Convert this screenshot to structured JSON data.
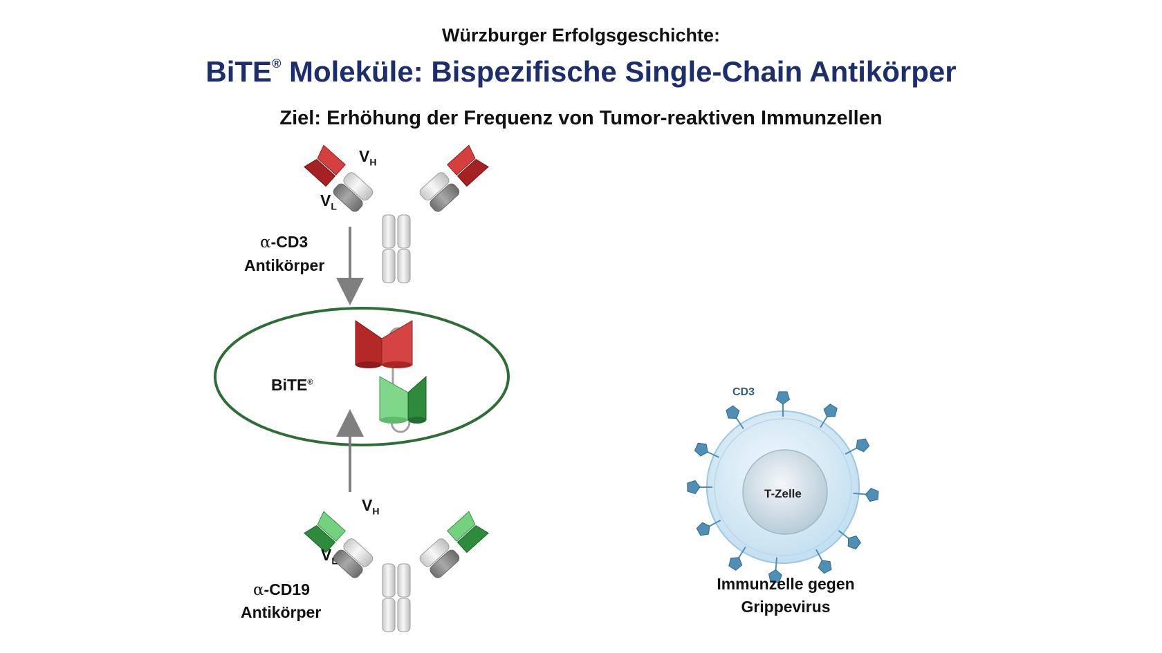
{
  "header": {
    "subtitle": "Würzburger Erfolgsgeschichte:",
    "title_main": "BiTE",
    "title_reg": "®",
    "title_rest": " Moleküle: Bispezifische Single-Chain Antikörper",
    "goal": "Ziel: Erhöhung der Frequenz von Tumor-reaktiven Immunzellen"
  },
  "top_antibody": {
    "vh_main": "V",
    "vh_sub": "H",
    "vl_main": "V",
    "vl_sub": "L",
    "target_alpha": "α",
    "target_name": "-CD3",
    "type": "Antikörper",
    "color_vh": "#d63a3a",
    "color_vl": "#a82222"
  },
  "bottom_antibody": {
    "vh_main": "V",
    "vh_sub": "H",
    "vl_main": "V",
    "vl_sub": "L",
    "target_alpha": "α",
    "target_name": "-CD19",
    "type": "Antikörper",
    "color_vh": "#6fd07a",
    "color_vl": "#2e8b3c"
  },
  "bite": {
    "label": "BiTE",
    "reg": "®",
    "ellipse_color": "#2e6e36"
  },
  "tcell": {
    "receptor_label": "CD3",
    "nucleus_label": "T-Zelle",
    "caption_line1": "Immunzelle gegen",
    "caption_line2": "Grippevirus",
    "cell_color": "#cfe6f4",
    "receptor_color": "#4f8fb5"
  },
  "colors": {
    "title_blue": "#1c2e6b",
    "arrow_gray": "#808080"
  }
}
